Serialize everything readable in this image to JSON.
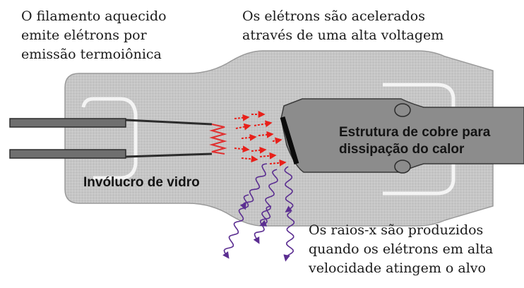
{
  "captions": {
    "filament": [
      "O filamento aquecido",
      "emite elétrons por",
      "emissão termoiônica"
    ],
    "electrons": [
      "Os elétrons são acelerados",
      "através de uma alta voltagem"
    ],
    "xrays": [
      "Os raios-x são produzidos",
      "quando os elétrons em alta",
      "velocidade atingem o alvo"
    ]
  },
  "labels": {
    "glass_envelope": "Invólucro de vidro",
    "copper": [
      "Estrutura de cobre para",
      "dissipação do calor"
    ]
  },
  "colors": {
    "glass": "#c8c8c8",
    "glass_edge": "#f4f4f4",
    "anode": "#888888",
    "filament": "#e03030",
    "electron": "#e8201a",
    "xray": "#5b2e91"
  }
}
